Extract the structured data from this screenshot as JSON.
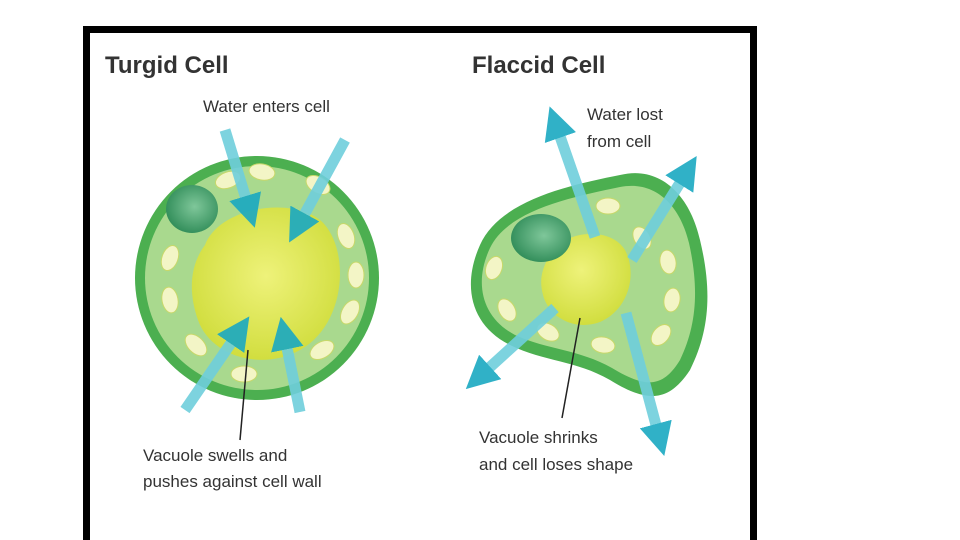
{
  "turgid": {
    "title": "Turgid Cell",
    "water_label": "Water enters cell",
    "vacuole_label_line1": "Vacuole swells and",
    "vacuole_label_line2": "pushes against cell wall"
  },
  "flaccid": {
    "title": "Flaccid Cell",
    "water_label_line1": "Water lost",
    "water_label_line2": "from cell",
    "vacuole_label_line1": "Vacuole shrinks",
    "vacuole_label_line2": "and cell loses shape"
  },
  "colors": {
    "cell_wall": "#4caf50",
    "cytoplasm": "#a5d58a",
    "vacuole": "#d6e24a",
    "nucleus": "#2e8b57",
    "chloroplast": "#f1f3c2",
    "arrow": "#3cb7cc",
    "text": "#333333"
  }
}
